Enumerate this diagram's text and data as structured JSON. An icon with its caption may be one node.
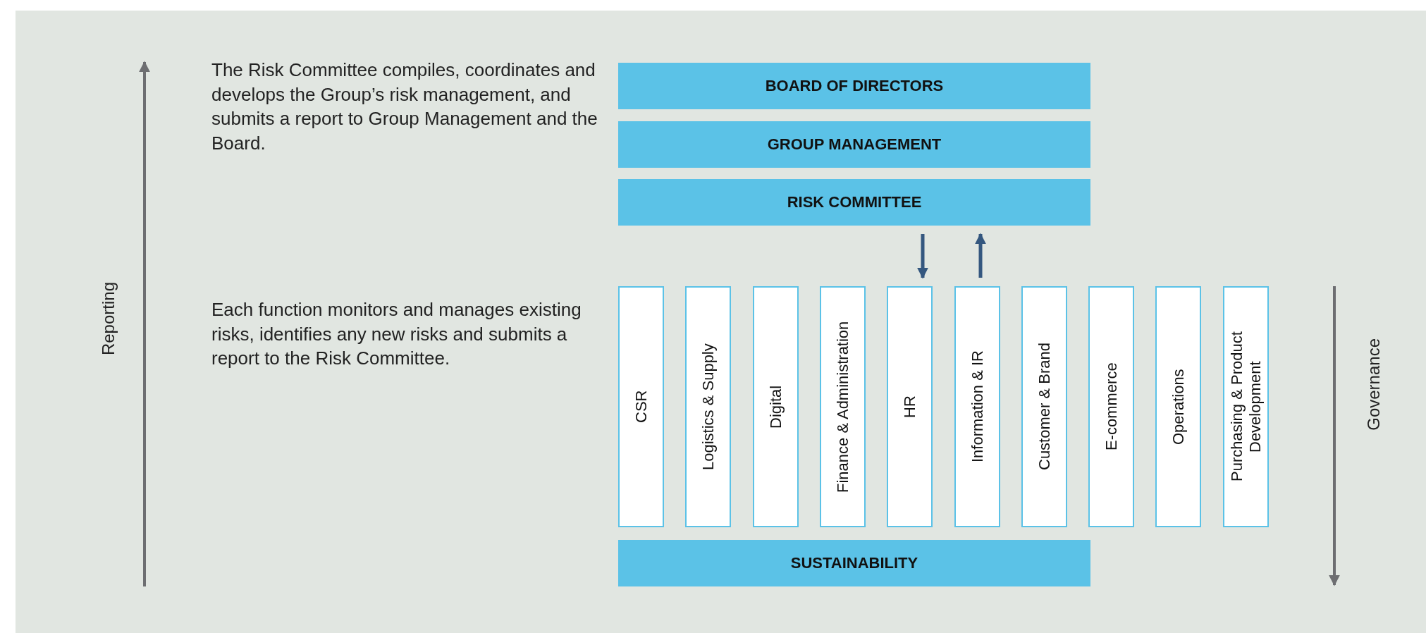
{
  "diagram": {
    "nodes": [
      {
        "text": [
          "BOARD OF DIRECTORS"
        ]
      },
      {
        "text": [
          "GROUP MANAGEMENT"
        ]
      },
      {
        "text": [
          "RISK COMMITTEE"
        ]
      },
      {
        "text": [
          "CSR"
        ]
      },
      {
        "text": [
          "Logistics & Supply"
        ]
      },
      {
        "text": [
          "Digital"
        ]
      },
      {
        "text": [
          "Finance & Administration"
        ]
      },
      {
        "text": [
          "HR"
        ]
      },
      {
        "text": [
          "Information & IR"
        ]
      },
      {
        "text": [
          "Customer & Brand"
        ]
      },
      {
        "text": [
          "E-commerce"
        ]
      },
      {
        "text": [
          "Operations"
        ]
      },
      {
        "text": [
          "Purchasing & Product Development"
        ]
      },
      {
        "text": [
          "SUSTAINABILITY"
        ]
      }
    ],
    "edges": [
      {
        "from": 2,
        "to": 7,
        "arrow": "to"
      },
      {
        "from": 8,
        "to": 2,
        "arrow": "to"
      }
    ],
    "labels": [
      "The Risk Committee compiles, coordinates and develops the Group’s risk management, and submits a report to Group Management and the Board.",
      "Reporting",
      "Each function monitors and manages existing risks, identifies any new risks and submits a report to the Risk Committee.",
      "Governance"
    ]
  }
}
